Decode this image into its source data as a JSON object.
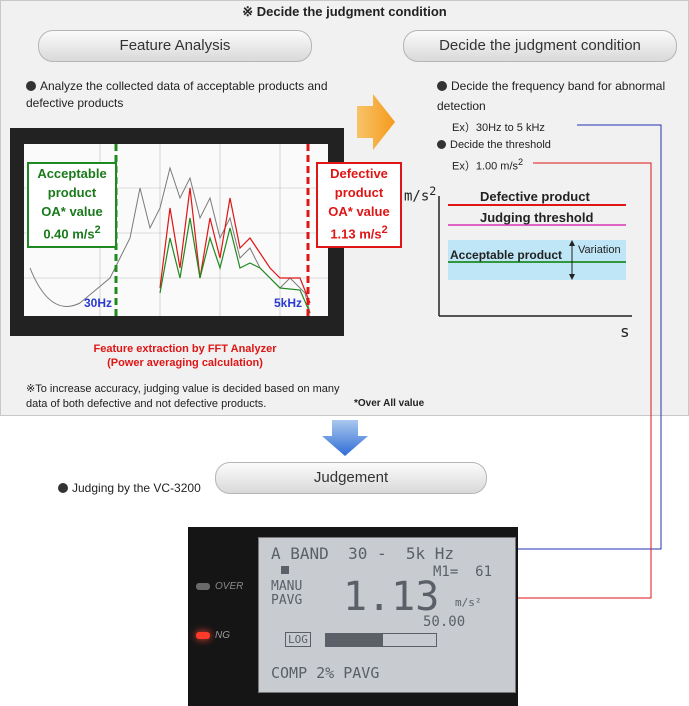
{
  "title": "※ Decide the judgment condition",
  "left": {
    "header": "Feature Analysis",
    "bullet": "Analyze the collected data of acceptable products and defective products",
    "acceptable": {
      "line1": "Acceptable",
      "line2": "product",
      "line3": "OA* value",
      "value": "0.40 m/s",
      "sup": "2"
    },
    "defective": {
      "line1": "Defective",
      "line2": "product",
      "line3": "OA* value",
      "value": "1.13 m/s",
      "sup": "2"
    },
    "freq_low": "30Hz",
    "freq_high": "5kHz",
    "caption1": "Feature extraction by FFT Analyzer",
    "caption2": "(Power averaging calculation)",
    "note": "※To increase accuracy, judging value is decided based on many data of both defective and not defective products.",
    "footnote": "*Over All value"
  },
  "right": {
    "header": "Decide the judgment condition",
    "bullet1": "Decide the frequency band for abnormal detection",
    "example1": "Ex）30Hz to 5 kHz",
    "bullet2": "Decide the threshold",
    "example2": "Ex）1.00 m/s",
    "example2_sup": "2",
    "graph": {
      "ylabel": "m/s",
      "ylabel_sup": "2",
      "xlabel": "s",
      "defective": "Defective product",
      "threshold": "Judging threshold",
      "acceptable": "Acceptable product",
      "variation": "Variation"
    }
  },
  "judgement": {
    "header": "Judgement",
    "bullet": "Judging by the VC-3200"
  },
  "device": {
    "over_label": "OVER",
    "ng_label": "NG",
    "lcd_line1": "A BAND  30 -  5k Hz",
    "lcd_m1": "M1=  61",
    "manu": "MANU",
    "pavg": "PAVG",
    "big_value": "1.13",
    "unit": "m/s²",
    "sub_value": "50.00",
    "log": "LOG",
    "bottom": "COMP 2% PAVG"
  },
  "colors": {
    "accent_red": "#e01515",
    "accent_green": "#1f8a1f",
    "link_blue": "#2433b5",
    "threshold_pink": "#e064c8",
    "band_blue": "#bfe6f6"
  }
}
